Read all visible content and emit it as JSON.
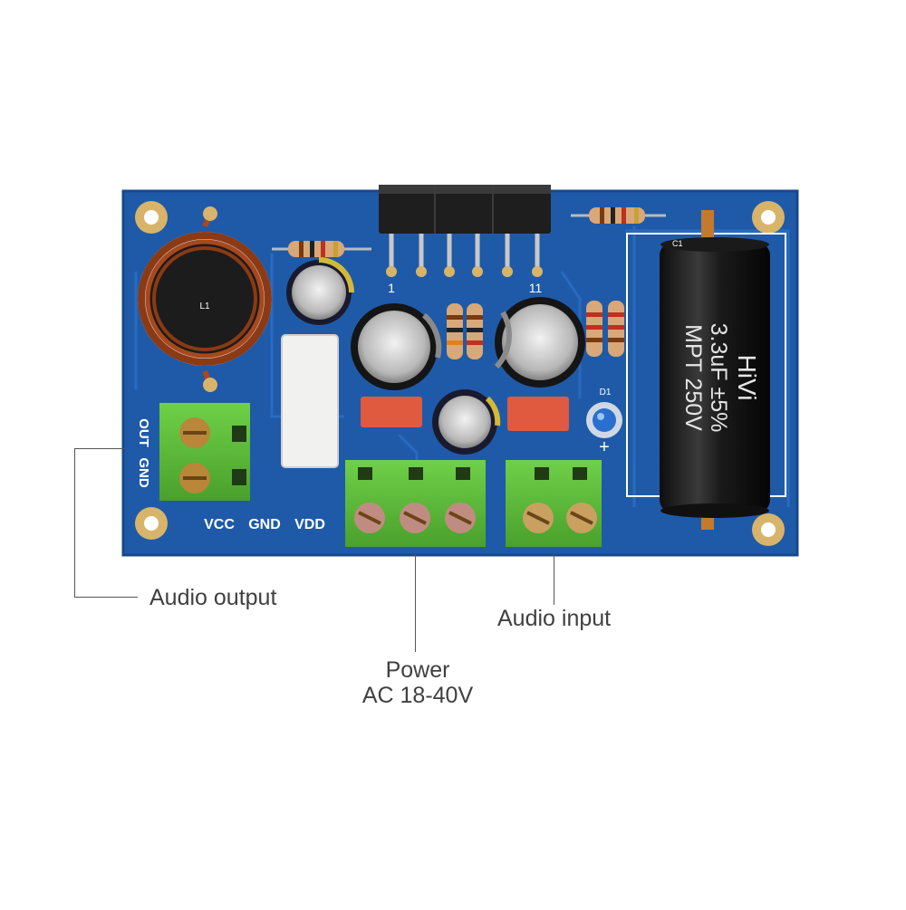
{
  "board": {
    "silkscreen": {
      "inductor_ref": "L1",
      "out_label": "OUT",
      "gnd_label": "GND",
      "vcc_label": "VCC",
      "gnd_label_2": "GND",
      "vdd_label": "VDD",
      "pin_first": "1",
      "pin_last": "11",
      "led_ref": "D1",
      "cap_ref": "C1"
    },
    "film_cap": {
      "brand": "HiVi",
      "value": "3.3uF ±5%",
      "type": "MPT 250V"
    },
    "colors": {
      "pcb": "#1f5aa8",
      "pcb_dark": "#17488a",
      "terminal": "#5cba3c",
      "copper": "#c47a2c",
      "pad": "#d8b46a"
    }
  },
  "callouts": {
    "audio_output": "Audio output",
    "power_line1": "Power",
    "power_line2": "AC 18-40V",
    "audio_input": "Audio input"
  }
}
